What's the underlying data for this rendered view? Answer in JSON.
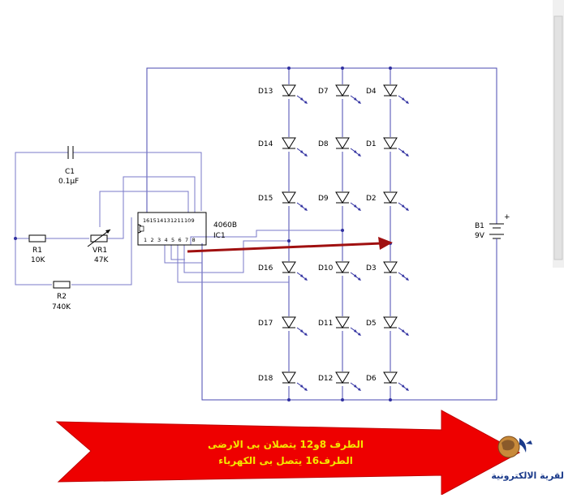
{
  "components": {
    "c1": {
      "name": "C1",
      "value": "0.1µF"
    },
    "r1": {
      "name": "R1",
      "value": "10K"
    },
    "vr1": {
      "name": "VR1",
      "value": "47K"
    },
    "r2": {
      "name": "R2",
      "value": "740K"
    },
    "ic1": {
      "part": "4060B",
      "name": "IC1",
      "top_pins": [
        "16",
        "15",
        "14",
        "13",
        "12",
        "11",
        "10",
        "9"
      ],
      "bottom_pins": [
        "1",
        "2",
        "3",
        "4",
        "5",
        "6",
        "7",
        "8"
      ]
    },
    "b1": {
      "name": "B1",
      "value": "9V"
    }
  },
  "leds": {
    "col1": [
      "D13",
      "D14",
      "D15",
      "D16",
      "D17",
      "D18"
    ],
    "col2": [
      "D7",
      "D8",
      "D9",
      "D10",
      "D11",
      "D12"
    ],
    "col3": [
      "D4",
      "D1",
      "D2",
      "D3",
      "D5",
      "D6"
    ]
  },
  "banner": {
    "line1": "الطرف 8و12 يتصلان بى الارضى",
    "line2": "الطرف16 يتصل بى الكهرباء",
    "colors": {
      "arrow": "#e80000",
      "text": "#f5e600"
    }
  },
  "logo": {
    "text": "القرية الالكترونية"
  }
}
